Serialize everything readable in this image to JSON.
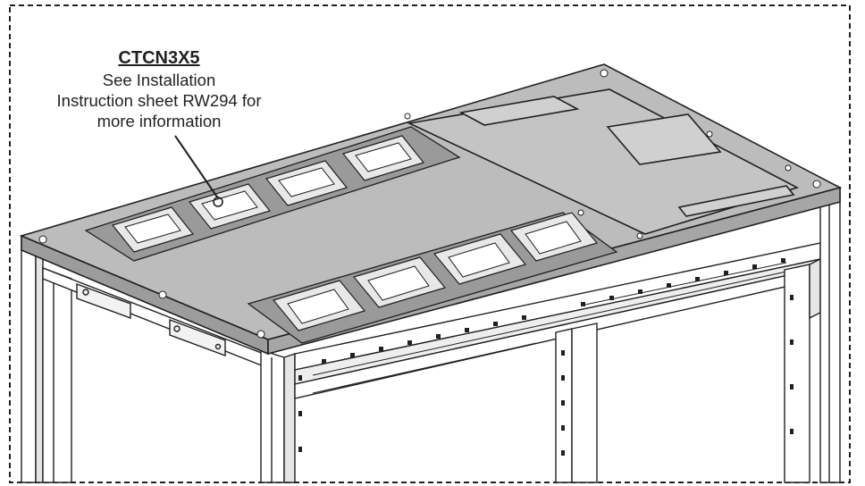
{
  "callout": {
    "part_number": "CTCN3X5",
    "lines": [
      "See Installation",
      "Instruction sheet RW294 for",
      "more information"
    ]
  },
  "colors": {
    "line": "#231f20",
    "top_panel": "#b9b9b9",
    "top_panel_right": "#c4c4c4",
    "frame_face": "#d8d8d8",
    "background": "#ffffff",
    "border_dash": "#231f20"
  },
  "illustration": {
    "subject": "server rack top with cable-entry brush panels",
    "icon": "rack-top-illustration"
  }
}
